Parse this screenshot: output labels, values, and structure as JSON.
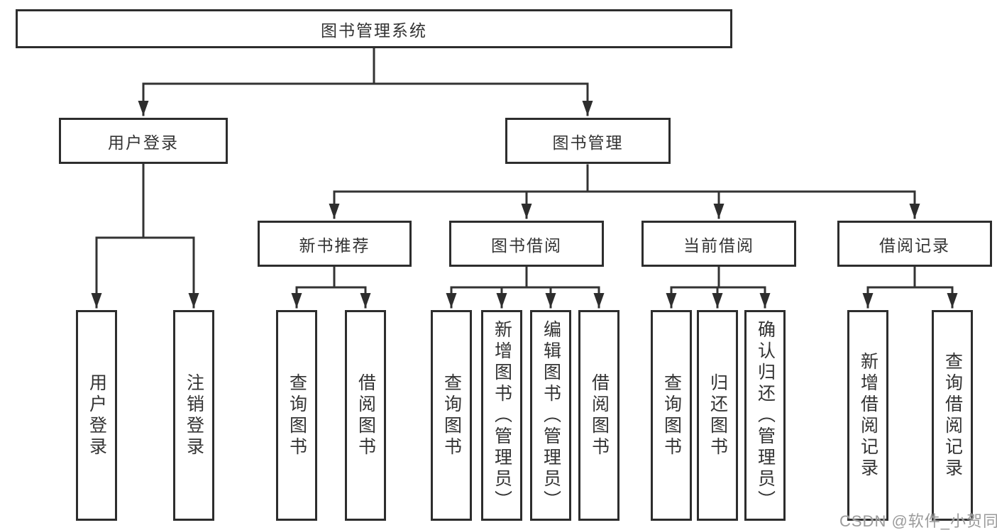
{
  "diagram": {
    "root": {
      "label": "图书管理系统"
    },
    "level2": [
      {
        "label": "用户登录"
      },
      {
        "label": "图书管理"
      }
    ],
    "level3": [
      {
        "label": "新书推荐"
      },
      {
        "label": "图书借阅"
      },
      {
        "label": "当前借阅"
      },
      {
        "label": "借阅记录"
      }
    ],
    "leaves": [
      {
        "label": "用户登录"
      },
      {
        "label": "注销登录"
      },
      {
        "label": "查询图书"
      },
      {
        "label": "借阅图书"
      },
      {
        "label": "查询图书"
      },
      {
        "label": "新增图书（管理员）"
      },
      {
        "label": "编辑图书（管理员）"
      },
      {
        "label": "借阅图书"
      },
      {
        "label": "查询图书"
      },
      {
        "label": "归还图书"
      },
      {
        "label": "确认归还（管理员）"
      },
      {
        "label": "新增借阅记录"
      },
      {
        "label": "查询借阅记录"
      }
    ],
    "colors": {
      "line": "#333333",
      "box_border": "#2d2d2d",
      "text": "#333333",
      "watermark": "#9b9b9b",
      "background": "#ffffff"
    },
    "watermark": "CSDN @软件_小贺同学"
  }
}
